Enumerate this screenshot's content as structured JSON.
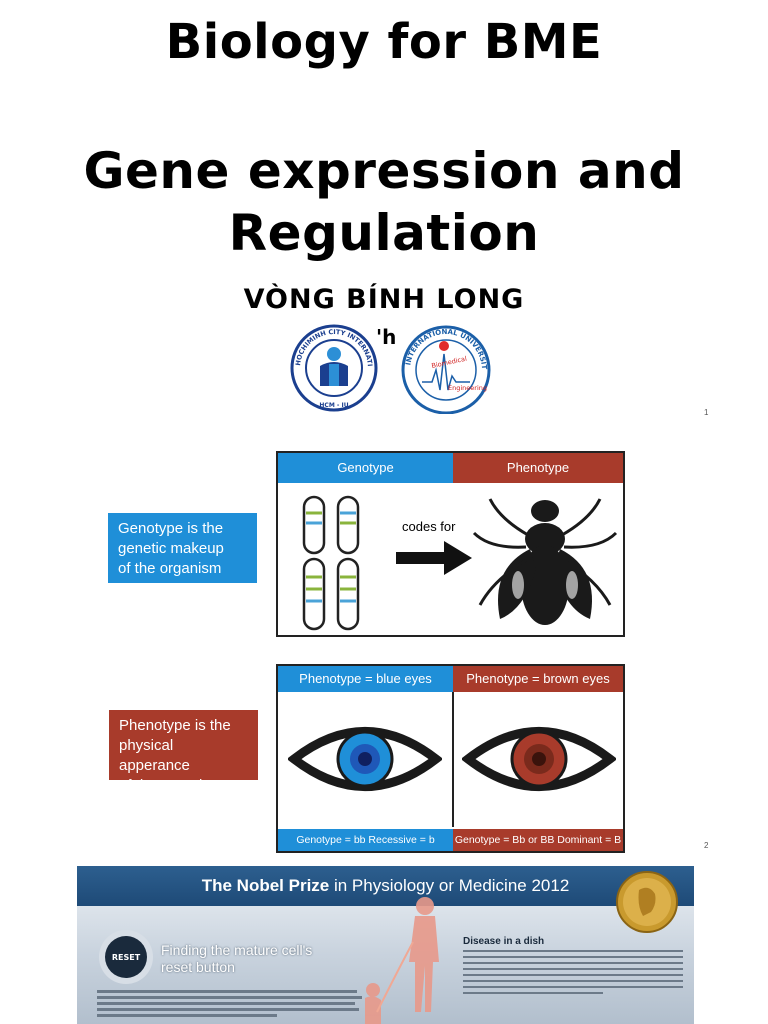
{
  "slide1": {
    "title": "Biology for BME",
    "subtitle_line1": "Gene expression and",
    "subtitle_line2": "Regulation",
    "author": "VÒNG BÍNH LONG",
    "author_overlap_fragment": "'h",
    "logo_left_text": "HOCHIMINH CITY INTERNATIONAL UNIVERSITY",
    "logo_left_sub": "HCM - IU",
    "logo_right_text": "INTERNATIONAL UNIVERSITY",
    "logo_right_line1": "Biomedical",
    "logo_right_line2": "Engineering",
    "page_number": "1"
  },
  "slide2": {
    "genotype_header": "Genotype",
    "phenotype_header": "Phenotype",
    "codes_for": "codes for",
    "genotype_callout": [
      "Genotype is the",
      "genetic makeup",
      "of the organism"
    ],
    "phenotype_callout": [
      "Phenotype is the",
      "physical apperance",
      "of the organism"
    ],
    "blue_eyes_header": "Phenotype = blue eyes",
    "brown_eyes_header": "Phenotype = brown eyes",
    "blue_footer": "Genotype = bb    Recessive = b",
    "brown_footer": "Genotype = Bb or BB Dominant = B",
    "page_number": "2",
    "colors": {
      "blue": "#1f8fd8",
      "red": "#a83b2b"
    }
  },
  "slide3": {
    "header_bold": "The Nobel Prize",
    "header_rest": " in Physiology or Medicine 2012",
    "reset_label": "RESET",
    "finding_line1": "Finding the mature cell's",
    "finding_line2": "reset button",
    "disease_heading": "Disease in a dish"
  }
}
